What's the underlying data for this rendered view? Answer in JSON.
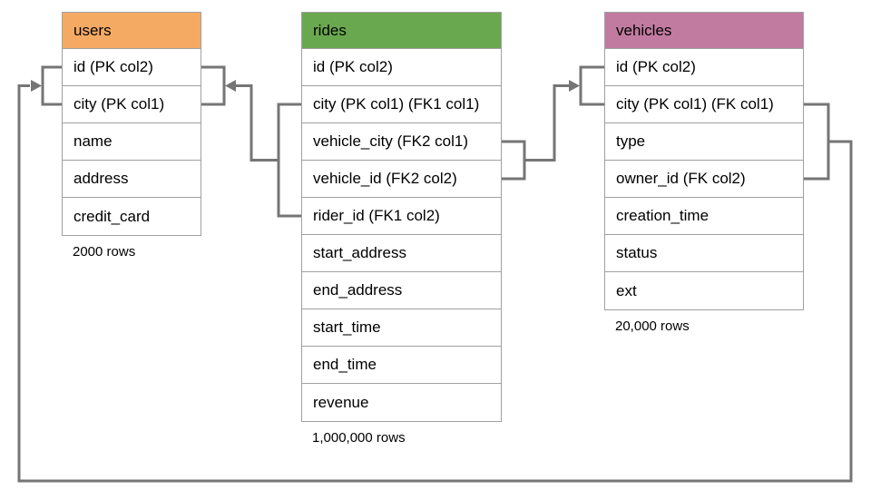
{
  "diagram": {
    "connector_color": "#757575",
    "tables": [
      {
        "name": "users",
        "header_color": "#f5aa64",
        "rows": [
          "id (PK col2)",
          "city (PK col1)",
          "name",
          "address",
          "credit_card"
        ],
        "row_count": "2000 rows"
      },
      {
        "name": "rides",
        "header_color": "#6aa84f",
        "rows": [
          "id (PK col2)",
          "city (PK col1) (FK1 col1)",
          "vehicle_city (FK2 col1)",
          "vehicle_id (FK2 col2)",
          "rider_id (FK1 col2)",
          "start_address",
          "end_address",
          "start_time",
          "end_time",
          "revenue"
        ],
        "row_count": "1,000,000 rows"
      },
      {
        "name": "vehicles",
        "header_color": "#c27ba0",
        "rows": [
          "id (PK col2)",
          "city (PK col1) (FK col1)",
          "type",
          "owner_id (FK col2)",
          "creation_time",
          "status",
          "ext"
        ],
        "row_count": "20,000 rows"
      }
    ],
    "relationships": [
      {
        "from": "rides (city, rider_id)",
        "to": "users (id, city)"
      },
      {
        "from": "rides (vehicle_city, vehicle_id)",
        "to": "vehicles (id, city)"
      },
      {
        "from": "vehicles (city, owner_id)",
        "to": "users (id, city)"
      }
    ]
  }
}
